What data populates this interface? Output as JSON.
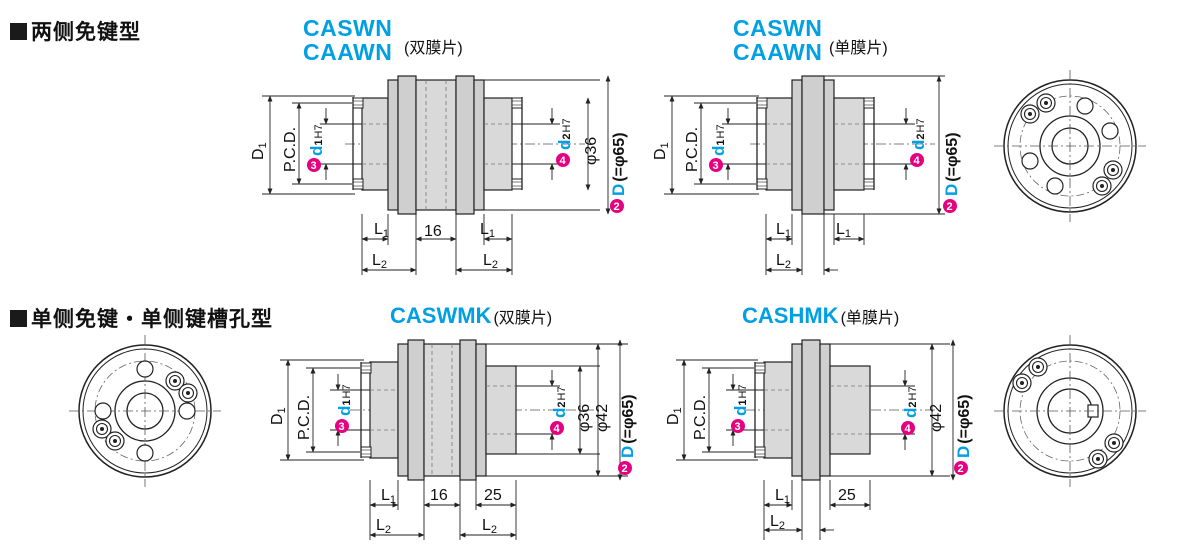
{
  "sections": {
    "top_title": "两侧免键型",
    "bottom_title": "单侧免键・单侧键槽孔型"
  },
  "models": {
    "tl_line1": "CASWN",
    "tl_line2": "CAAWN",
    "tl_note": "(双膜片)",
    "tr_line1": "CASWN",
    "tr_line2": "CAAWN",
    "tr_note": "(单膜片)",
    "bl_name": "CASWMK",
    "bl_note": "(双膜片)",
    "br_name": "CASHMK",
    "br_note": "(单膜片)"
  },
  "labels": {
    "D1": "D",
    "D1_sub": "1",
    "pcd": "P.C.D.",
    "d1_num": "3",
    "d1": "d",
    "d1_sub": "1",
    "d1_tol": "H7",
    "d2_num": "4",
    "d2": "d",
    "d2_sub": "2",
    "d2_tol": "H7",
    "D_num": "2",
    "D": "D",
    "D_eq": "(=φ65)",
    "phi36": "φ36",
    "phi42": "φ42",
    "L1": "L",
    "L1_sub": "1",
    "L2": "L",
    "L2_sub": "2",
    "w16": "16",
    "w25": "25"
  },
  "colors": {
    "accent": "#00a0e3",
    "marker": "#e5007f"
  }
}
